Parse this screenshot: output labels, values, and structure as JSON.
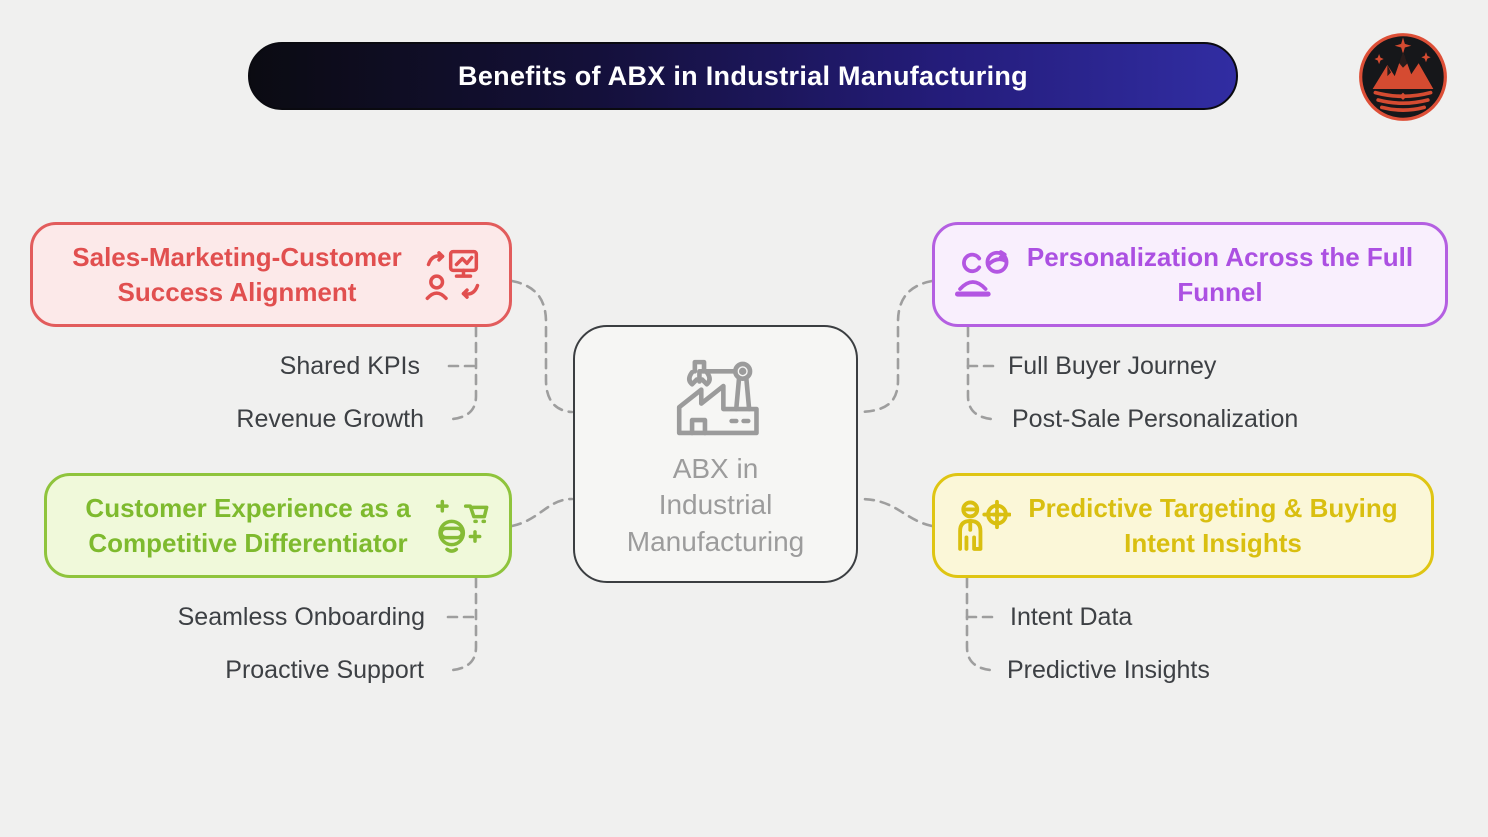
{
  "title": {
    "text": "Benefits of ABX in Industrial Manufacturing"
  },
  "logo": {
    "icon": "crown-mountain-logo",
    "ring_color": "#dd4f37",
    "background": "#16171a"
  },
  "center": {
    "label": "ABX in\nIndustrial\nManufacturing",
    "icon": "factory-crane-icon",
    "border_color": "#3b3e41",
    "text_color": "#9c9c9c"
  },
  "branches": [
    {
      "title": "Sales-Marketing-Customer Success Alignment",
      "icon": "person-monitor-sync-icon",
      "accent": "#e14f4f",
      "background": "#fce9e9",
      "children": [
        "Shared KPIs",
        "Revenue Growth"
      ]
    },
    {
      "title": "Customer Experience as a Competitive Differentiator",
      "icon": "vr-customer-sparkle-cart-icon",
      "accent": "#7eba2e",
      "background": "#f0f9da",
      "children": [
        "Seamless Onboarding",
        "Proactive Support"
      ]
    },
    {
      "title": "Personalization Across the Full Funnel",
      "icon": "person-globe-icon",
      "accent": "#ac50e2",
      "background": "#f9effd",
      "children": [
        "Full Buyer Journey",
        "Post-Sale Personalization"
      ]
    },
    {
      "title": "Predictive Targeting & Buying Intent Insights",
      "icon": "person-target-icon",
      "accent": "#d9bf10",
      "background": "#fbf7d8",
      "children": [
        "Intent Data",
        "Predictive Insights"
      ]
    }
  ],
  "connector_color": "#9e9e9e"
}
